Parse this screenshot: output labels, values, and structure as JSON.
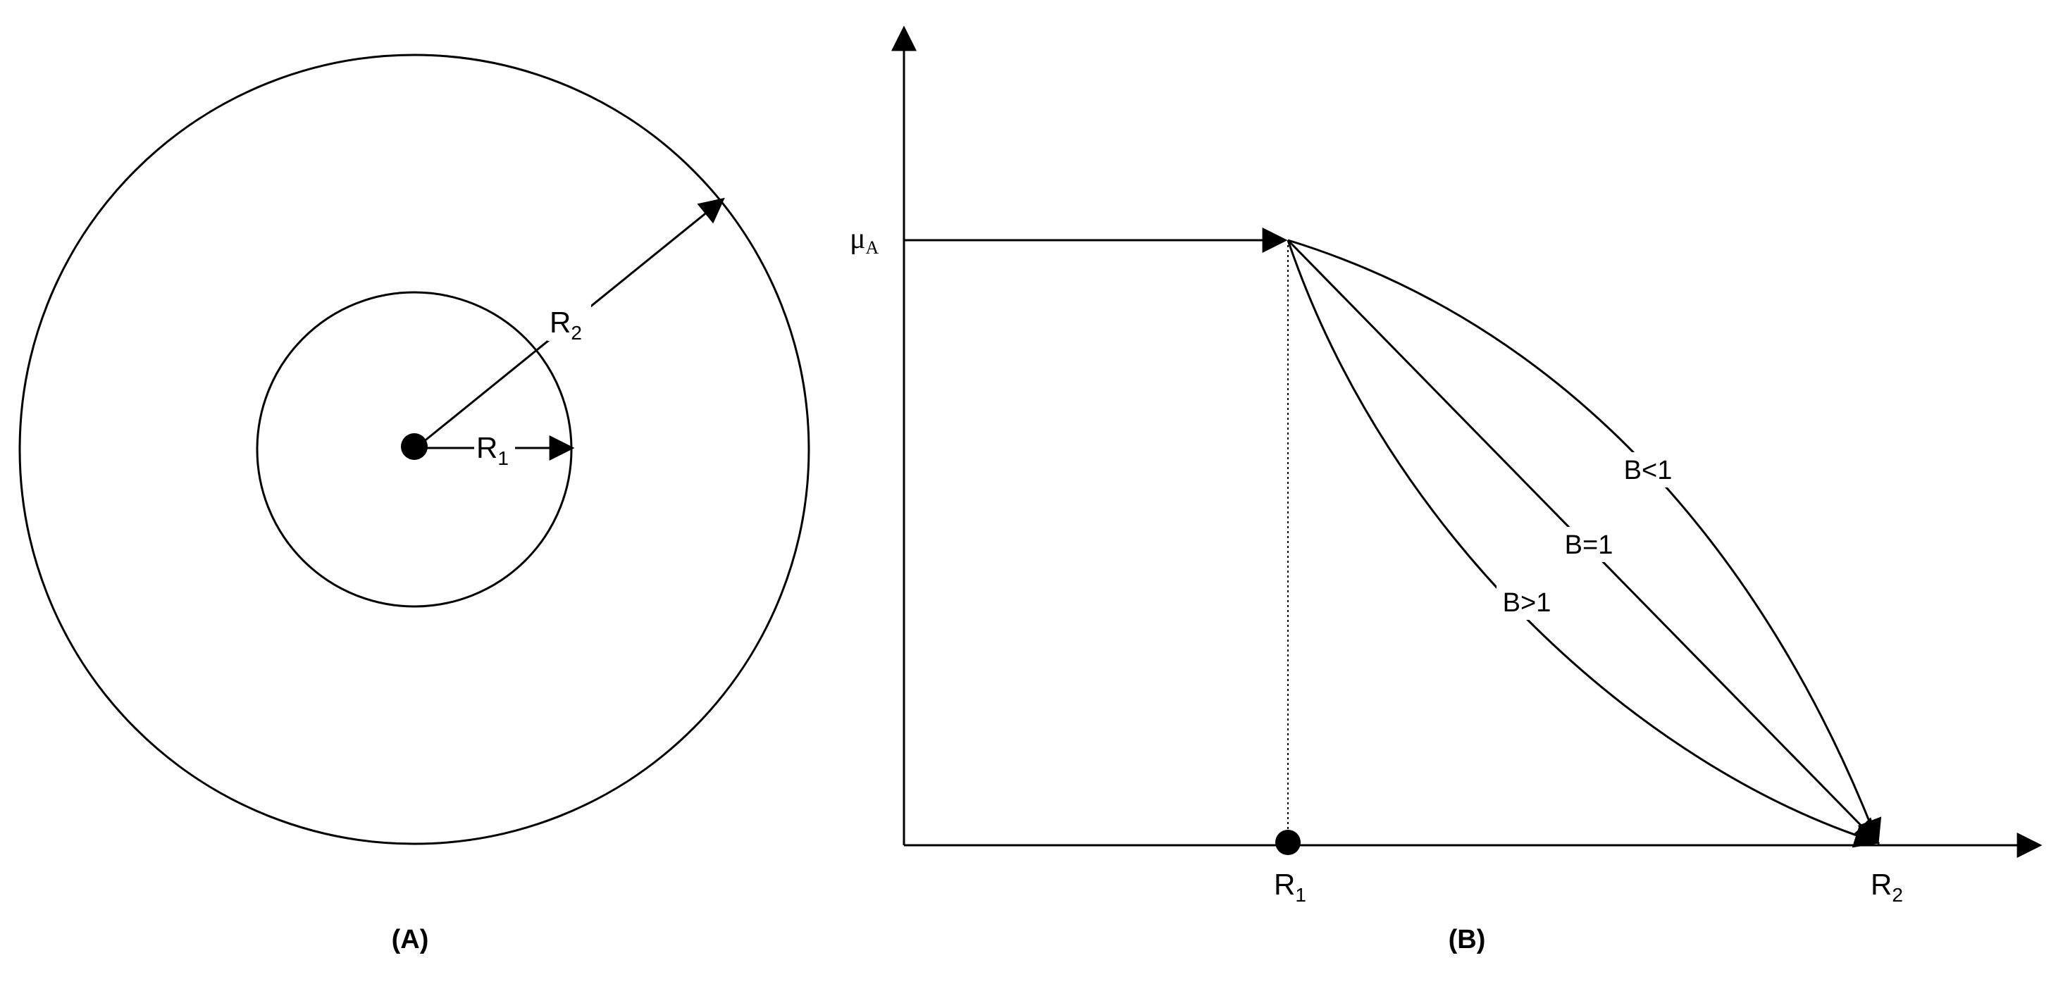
{
  "panel_a": {
    "caption": "(A)",
    "inner_label": {
      "main": "R",
      "sub": "1"
    },
    "outer_label": {
      "main": "R",
      "sub": "2"
    }
  },
  "panel_b": {
    "caption": "(B)",
    "y_label": {
      "main": "μ",
      "sub": "A"
    },
    "x_label_r1": {
      "main": "R",
      "sub": "1"
    },
    "x_label_r2": {
      "main": "R",
      "sub": "2"
    },
    "curves": [
      {
        "label": "B<1"
      },
      {
        "label": "B=1"
      },
      {
        "label": "B>1"
      }
    ]
  },
  "colors": {
    "stroke": "#000000",
    "background": "#ffffff"
  }
}
